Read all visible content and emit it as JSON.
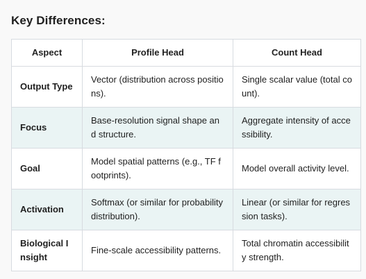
{
  "heading": "Key Differences:",
  "table": {
    "headers": [
      "Aspect",
      "Profile Head",
      "Count Head"
    ],
    "rows": [
      {
        "aspect": "Output Type",
        "profile": "Vector (distribution across positions).",
        "count": "Single scalar value (total count)."
      },
      {
        "aspect": "Focus",
        "profile": "Base-resolution signal shape and structure.",
        "count": "Aggregate intensity of accessibility."
      },
      {
        "aspect": "Goal",
        "profile": "Model spatial patterns (e.g., TF footprints).",
        "count": "Model overall activity level."
      },
      {
        "aspect": "Activation",
        "profile": "Softmax (or similar for probability distribution).",
        "count": "Linear (or similar for regression tasks)."
      },
      {
        "aspect": "Biological Insight",
        "profile": "Fine-scale accessibility patterns.",
        "count": "Total chromatin accessibility strength."
      }
    ]
  }
}
